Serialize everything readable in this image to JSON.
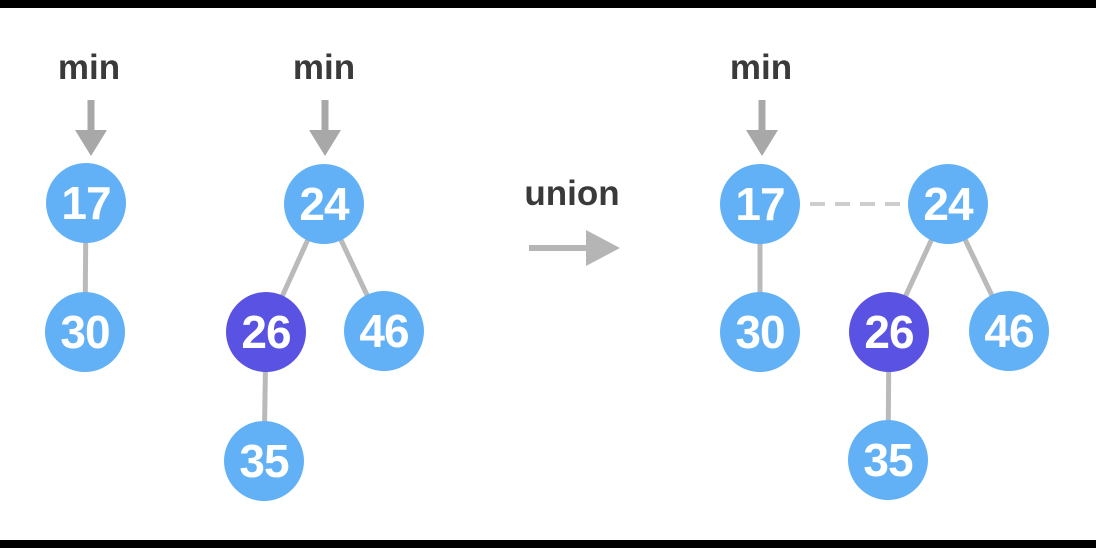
{
  "colors": {
    "background": "#ffffff",
    "bar": "#000000",
    "node_blue": "#62b1f6",
    "node_purple": "#5952e3",
    "node_text": "#ffffff",
    "label_text": "#3a3a3a",
    "arrow": "#a8a8a8",
    "union_arrow": "#b5b5b5",
    "edge": "#bababa",
    "dashed_edge": "#cdcdcd"
  },
  "union": {
    "label": "union"
  },
  "min_markers": [
    {
      "label": "min",
      "points_to": "heap1-17"
    },
    {
      "label": "min",
      "points_to": "heap2-24"
    },
    {
      "label": "min",
      "points_to": "merged-17"
    }
  ],
  "nodes": [
    {
      "id": "heap1-17",
      "value": "17",
      "color": "blue"
    },
    {
      "id": "heap1-30",
      "value": "30",
      "color": "blue"
    },
    {
      "id": "heap2-24",
      "value": "24",
      "color": "blue"
    },
    {
      "id": "heap2-26",
      "value": "26",
      "color": "purple"
    },
    {
      "id": "heap2-46",
      "value": "46",
      "color": "blue"
    },
    {
      "id": "heap2-35",
      "value": "35",
      "color": "blue"
    },
    {
      "id": "merged-17",
      "value": "17",
      "color": "blue"
    },
    {
      "id": "merged-30",
      "value": "30",
      "color": "blue"
    },
    {
      "id": "merged-24",
      "value": "24",
      "color": "blue"
    },
    {
      "id": "merged-26",
      "value": "26",
      "color": "purple"
    },
    {
      "id": "merged-46",
      "value": "46",
      "color": "blue"
    },
    {
      "id": "merged-35",
      "value": "35",
      "color": "blue"
    }
  ],
  "edges": [
    {
      "from": "heap1-17",
      "to": "heap1-30",
      "style": "solid"
    },
    {
      "from": "heap2-24",
      "to": "heap2-26",
      "style": "solid"
    },
    {
      "from": "heap2-24",
      "to": "heap2-46",
      "style": "solid"
    },
    {
      "from": "heap2-26",
      "to": "heap2-35",
      "style": "solid"
    },
    {
      "from": "merged-17",
      "to": "merged-30",
      "style": "solid"
    },
    {
      "from": "merged-24",
      "to": "merged-26",
      "style": "solid"
    },
    {
      "from": "merged-24",
      "to": "merged-46",
      "style": "solid"
    },
    {
      "from": "merged-26",
      "to": "merged-35",
      "style": "solid"
    },
    {
      "from": "merged-17",
      "to": "merged-24",
      "style": "dashed"
    }
  ]
}
